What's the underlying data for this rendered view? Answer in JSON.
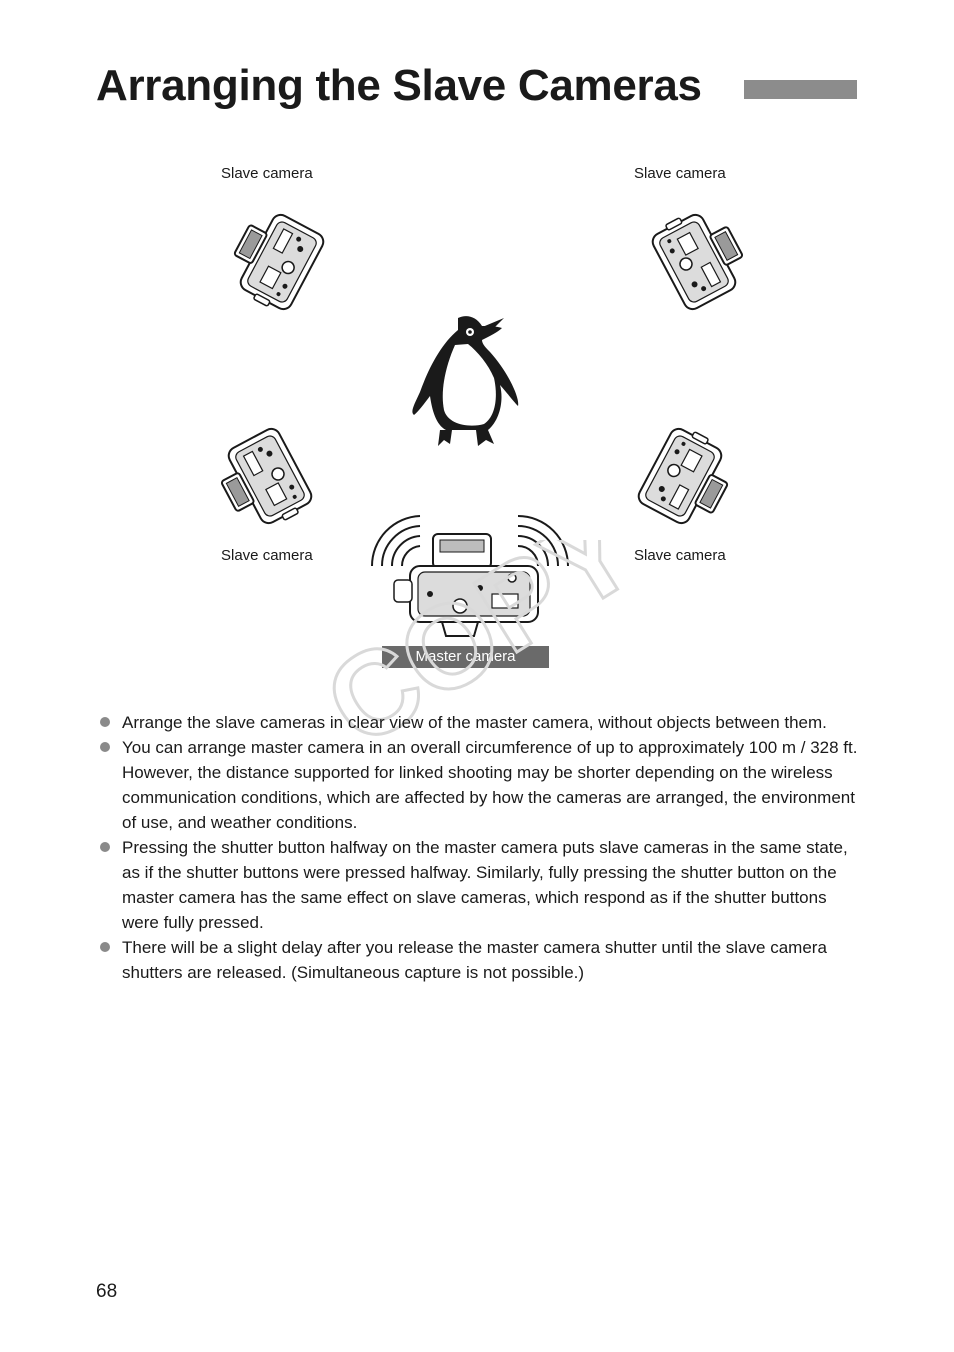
{
  "page": {
    "title": "Arranging the Slave Cameras",
    "page_number": "68"
  },
  "diagram": {
    "slave_label": "Slave camera",
    "master_label": "Master camera",
    "watermark": "COPY",
    "icons": [
      "camera-icon",
      "penguin-icon",
      "wireless-signal-icon"
    ]
  },
  "bullets": [
    "Arrange the slave cameras in clear view of the master camera, without objects between them.",
    "You can arrange master camera in an overall circumference of up to approximately 100 m / 328 ft. However, the distance supported for linked shooting may be shorter depending on the wireless communication conditions, which are affected by how the cameras are arranged, the environment of use, and weather conditions.",
    "Pressing the shutter button halfway on the master camera puts slave cameras in the same state, as if the shutter buttons were pressed halfway. Similarly, fully pressing the shutter button on the master camera has the same effect on slave cameras, which respond as if the shutter buttons were fully pressed.",
    "There will be a slight delay after you release the master camera shutter until the slave camera shutters are released. (Simultaneous capture is not possible.)"
  ],
  "colors": {
    "text": "#1a1a1a",
    "title_bar": "#8c8c8c",
    "label_bg": "#6a6a6a",
    "bullet": "#8a8a8a",
    "watermark": "#d9d9d9"
  }
}
